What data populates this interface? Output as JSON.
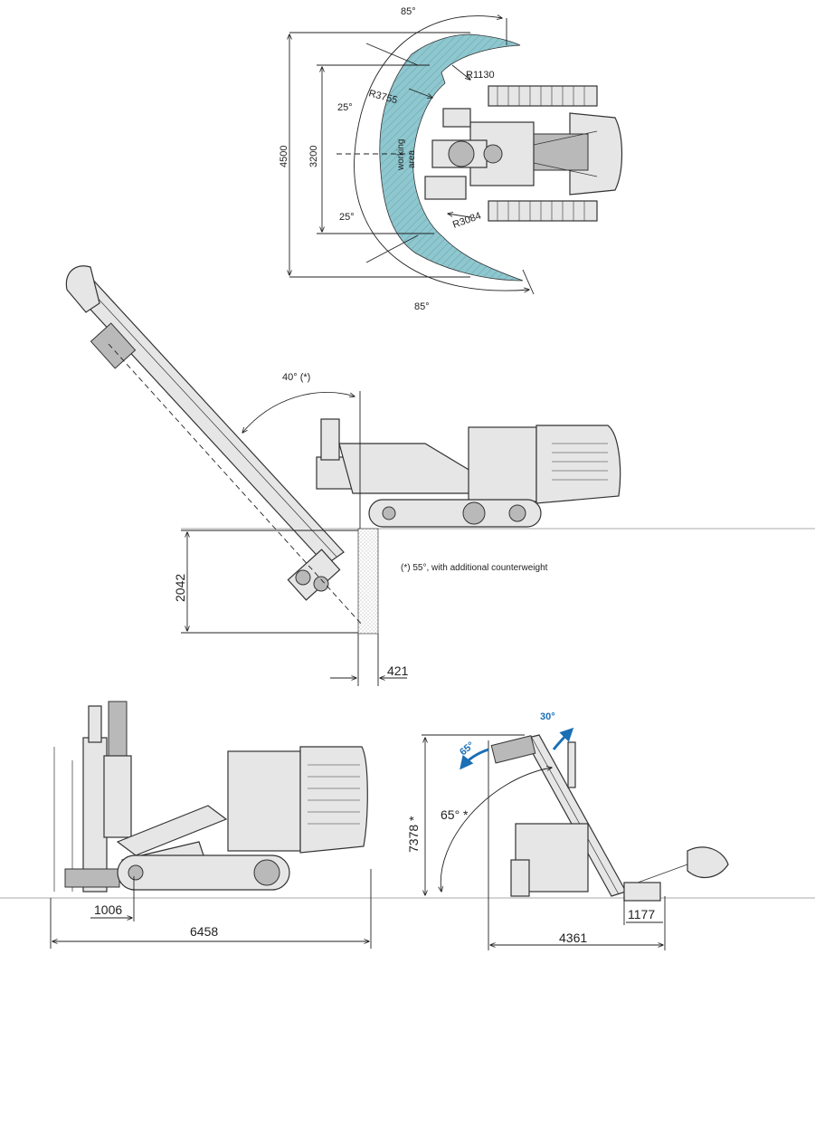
{
  "top_view": {
    "angle_top": "85°",
    "angle_bottom": "85°",
    "angle_upper": "25°",
    "angle_lower": "25°",
    "width_outer": "4500",
    "width_inner": "3200",
    "r_small": "R1130",
    "r_outer": "R3755",
    "r_inner": "R3084",
    "area_label_1": "working",
    "area_label_2": "area",
    "area_color": "#8fc7cf"
  },
  "side_view": {
    "tilt_angle": "40° (*)",
    "depth": "2042",
    "offset": "421",
    "footnote": "(*) 55°, with additional counterweight"
  },
  "transport_view": {
    "length": "6458",
    "front": "1006"
  },
  "vertical_view": {
    "height": "7378 *",
    "mast_angle": "65° *",
    "swing_left": "65°",
    "swing_right": "30°",
    "width": "4361",
    "offset": "1177",
    "accent_color": "#1a6fb5"
  }
}
